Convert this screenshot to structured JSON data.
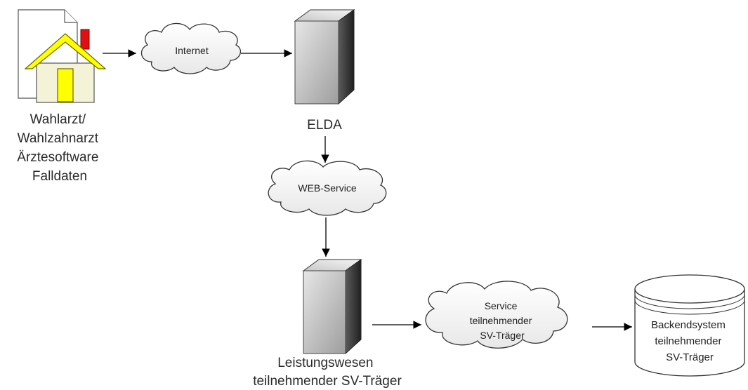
{
  "colors": {
    "background": "#ffffff",
    "line": "#000000",
    "cloud_fill": "#f2f2f2",
    "server_light": "#d9d9d9",
    "server_dark": "#3a3a3a",
    "house_wall": "#f4f3d8",
    "house_roof": "#ffff00",
    "house_door": "#ffff00",
    "chimney": "#e01010",
    "document": "#ffffff"
  },
  "nodes": {
    "wahlarzt": {
      "icon": "house-document-icon",
      "label_lines": [
        "Wahlarzt/",
        "Wahlzahnarzt",
        "Ärztesoftware",
        "Falldaten"
      ]
    },
    "internet": {
      "icon": "cloud-icon",
      "label_lines": [
        "Internet"
      ]
    },
    "elda": {
      "icon": "server-icon",
      "label_lines": [
        "ELDA"
      ]
    },
    "web_service": {
      "icon": "cloud-icon",
      "label_lines": [
        "WEB-Service"
      ]
    },
    "leistungswesen": {
      "icon": "server-icon",
      "label_lines": [
        "Leistungswesen",
        "teilnehmender SV-Träger"
      ]
    },
    "service_sv": {
      "icon": "cloud-icon",
      "label_lines": [
        "Service",
        "teilnehmender",
        "SV-Träger"
      ]
    },
    "backend": {
      "icon": "database-icon",
      "label_lines": [
        "Backendsystem",
        "teilnehmender",
        "SV-Träger"
      ]
    }
  }
}
